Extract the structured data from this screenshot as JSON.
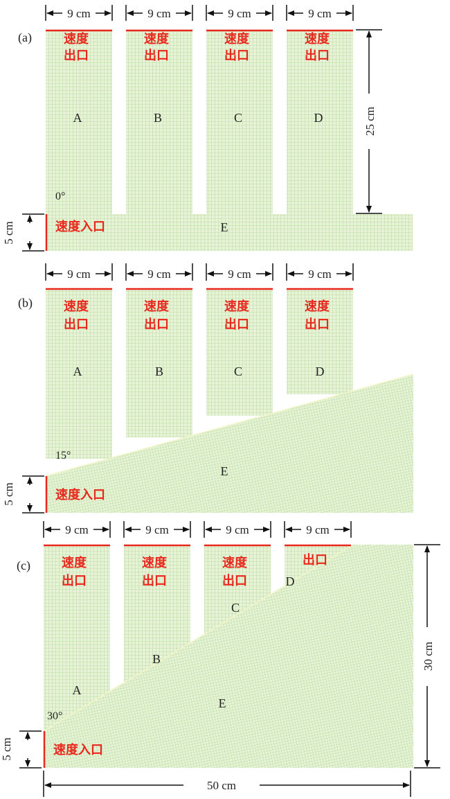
{
  "colors": {
    "mesh_fill": "#e6f3d6",
    "mesh_line": "#9cc97a",
    "boundary_red": "#e8281c",
    "dim_line": "#111111",
    "text": "#222222"
  },
  "panels": [
    {
      "id": "a",
      "label": "(a)",
      "angle_label": "0°",
      "width_labels": [
        "9 cm",
        "9 cm",
        "9 cm",
        "9 cm"
      ],
      "outlet_labels": [
        [
          "速度",
          "出口"
        ],
        [
          "速度",
          "出口"
        ],
        [
          "速度",
          "出口"
        ],
        [
          "速度",
          "出口"
        ]
      ],
      "region_labels": [
        "A",
        "B",
        "C",
        "D",
        "E"
      ],
      "inlet_label": "速度入口",
      "inlet_height_label": "5 cm",
      "height_label": "25 cm"
    },
    {
      "id": "b",
      "label": "(b)",
      "angle_label": "15°",
      "width_labels": [
        "9 cm",
        "9 cm",
        "9 cm",
        "9 cm"
      ],
      "outlet_labels": [
        [
          "速度",
          "出口"
        ],
        [
          "速度",
          "出口"
        ],
        [
          "速度",
          "出口"
        ],
        [
          "速度",
          "出口"
        ]
      ],
      "region_labels": [
        "A",
        "B",
        "C",
        "D",
        "E"
      ],
      "inlet_label": "速度入口",
      "inlet_height_label": "5 cm"
    },
    {
      "id": "c",
      "label": "(c)",
      "angle_label": "30°",
      "width_labels": [
        "9 cm",
        "9 cm",
        "9 cm",
        "9 cm"
      ],
      "outlet_labels": [
        [
          "速度",
          "出口"
        ],
        [
          "速度",
          "出口"
        ],
        [
          "速度",
          "出口"
        ],
        [
          "出口"
        ]
      ],
      "region_labels": [
        "A",
        "B",
        "C",
        "D",
        "E"
      ],
      "inlet_label": "速度入口",
      "inlet_height_label": "5 cm",
      "height_label": "30 cm",
      "width_total_label": "50 cm"
    }
  ]
}
